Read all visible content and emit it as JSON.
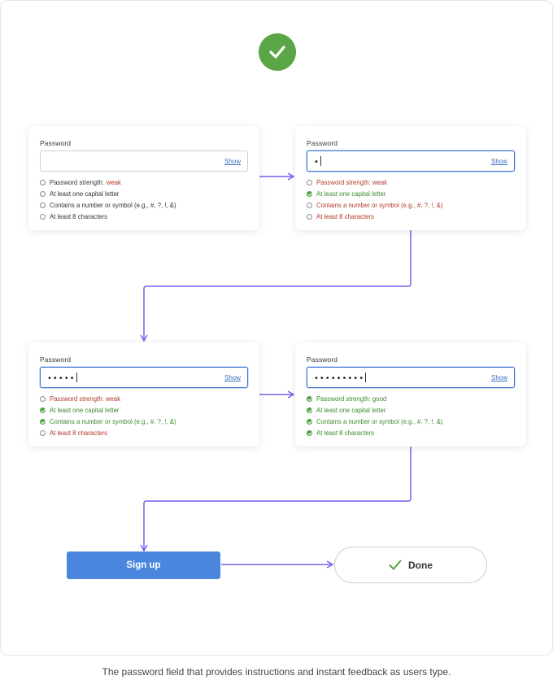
{
  "header": {
    "icon": "check-circle-icon",
    "accent": "#5aa545"
  },
  "cards": [
    {
      "label": "Password",
      "value": "",
      "show_label": "Show",
      "rules": [
        {
          "text": "Password strength: ",
          "value": "weak",
          "state": "neutral",
          "value_state": "bad"
        },
        {
          "text": "At least one capital letter",
          "state": "neutral"
        },
        {
          "text": "Contains a number or symbol (e.g., #, ?, !, &)",
          "state": "neutral"
        },
        {
          "text": "At least 8 characters",
          "state": "neutral"
        }
      ]
    },
    {
      "label": "Password",
      "value": "•",
      "show_label": "Show",
      "rules": [
        {
          "text": "Password strength: weak",
          "state": "bad"
        },
        {
          "text": "At least one capital letter",
          "state": "ok"
        },
        {
          "text": "Contains a number or symbol (e.g., #, ?, !, &)",
          "state": "bad"
        },
        {
          "text": "At least 8 characters",
          "state": "bad"
        }
      ]
    },
    {
      "label": "Password",
      "value": "•••••",
      "show_label": "Show",
      "rules": [
        {
          "text": "Password strength: weak",
          "state": "bad"
        },
        {
          "text": "At least one capital letter",
          "state": "ok"
        },
        {
          "text": "Contains a number or symbol (e.g., #, ?, !, &)",
          "state": "ok"
        },
        {
          "text": "At least 8 characters",
          "state": "bad"
        }
      ]
    },
    {
      "label": "Password",
      "value": "•••••••••",
      "show_label": "Show",
      "rules": [
        {
          "text": "Password strength: good",
          "state": "ok"
        },
        {
          "text": "At least one capital letter",
          "state": "ok"
        },
        {
          "text": "Contains a number or symbol (e.g., #, ?, !, &)",
          "state": "ok"
        },
        {
          "text": "At least 8 characters",
          "state": "ok"
        }
      ]
    }
  ],
  "signup_label": "Sign up",
  "done_label": "Done",
  "caption": "The password field that provides instructions and instant feedback as users type.",
  "colors": {
    "ok": "#4ea53e",
    "bad": "#b33a2a",
    "flow": "#7b5cf0",
    "button": "#4a86dd"
  }
}
